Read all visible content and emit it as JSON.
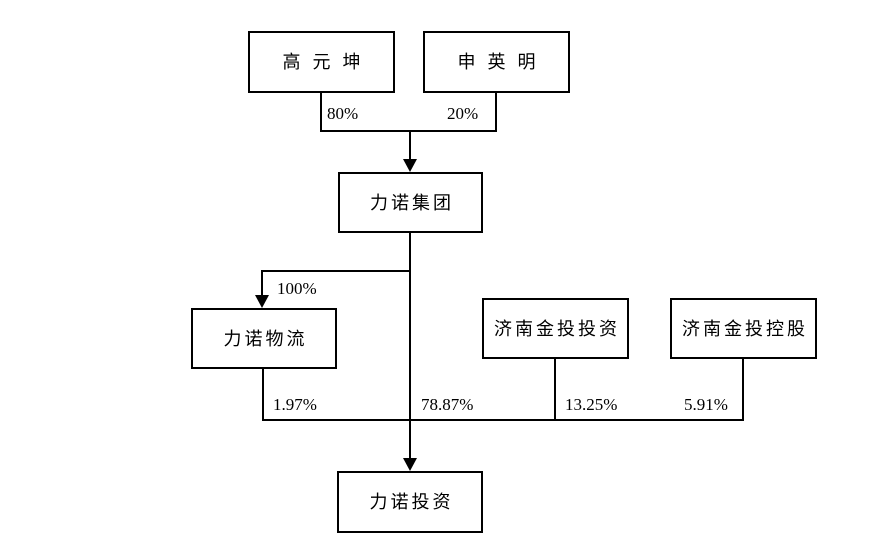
{
  "diagram": {
    "kind": "ownership-structure-chart",
    "background_color": "#ffffff",
    "line_color": "#000000",
    "nodes": [
      {
        "label": "高元坤"
      },
      {
        "label": "申英明"
      },
      {
        "label": "力诺集团"
      },
      {
        "label": "力诺物流"
      },
      {
        "label": "济南金投投资"
      },
      {
        "label": "济南金投控股"
      },
      {
        "label": "力诺投资"
      }
    ],
    "edges": [
      {
        "from": "高元坤",
        "to": "力诺集团",
        "label": "80%"
      },
      {
        "from": "申英明",
        "to": "力诺集团",
        "label": "20%"
      },
      {
        "from": "力诺集团",
        "to": "力诺物流",
        "label": "100%"
      },
      {
        "from": "力诺物流",
        "to": "力诺投资",
        "label": "1.97%"
      },
      {
        "from": "力诺集团",
        "to": "力诺投资",
        "label": "78.87%"
      },
      {
        "from": "济南金投投资",
        "to": "力诺投资",
        "label": "13.25%"
      },
      {
        "from": "济南金投控股",
        "to": "力诺投资",
        "label": "5.91%"
      }
    ]
  }
}
